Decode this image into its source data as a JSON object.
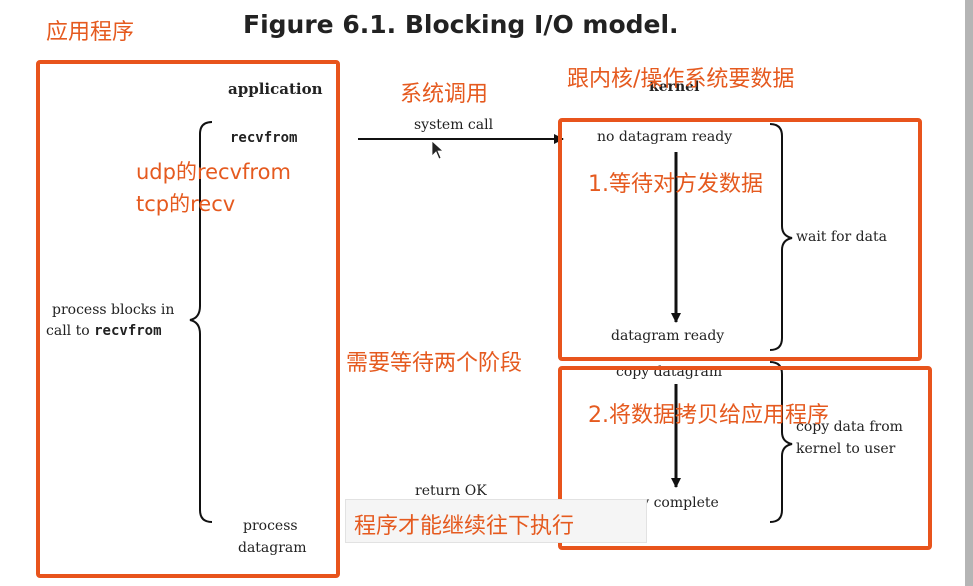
{
  "figure": {
    "title": "Figure 6.1. Blocking I/O model.",
    "application": "application",
    "recvfrom": "recvfrom",
    "process_blocks_line1": "process blocks in",
    "process_blocks_line2_prefix": "call to ",
    "process_blocks_line2_code": "recvfrom",
    "process_line1": "process",
    "process_line2": "datagram",
    "system_call": "system call",
    "return_ok": "return OK",
    "kernel": "kernel",
    "no_datagram_ready": "no datagram ready",
    "datagram_ready": "datagram ready",
    "copy_datagram": "copy datagram",
    "copy_complete": "copy complete",
    "wait_for_data": "wait for data",
    "copy_data_line1": "copy data from",
    "copy_data_line2": "kernel to user"
  },
  "annotations": {
    "application": "应用程序",
    "system_call": "系统调用",
    "kernel_data": "跟内核/操作系统要数据",
    "udp": "udp的recvfrom",
    "tcp": "tcp的recv",
    "phase1": "1.等待对方发数据",
    "two_phases": "需要等待两个阶段",
    "phase2": "2.将数据拷贝给应用程序",
    "continue": "程序才能继续往下执行"
  },
  "colors": {
    "annotation": "#e55a1f",
    "highlight_box": "#e8541c",
    "diagram_ink": "#111111"
  }
}
